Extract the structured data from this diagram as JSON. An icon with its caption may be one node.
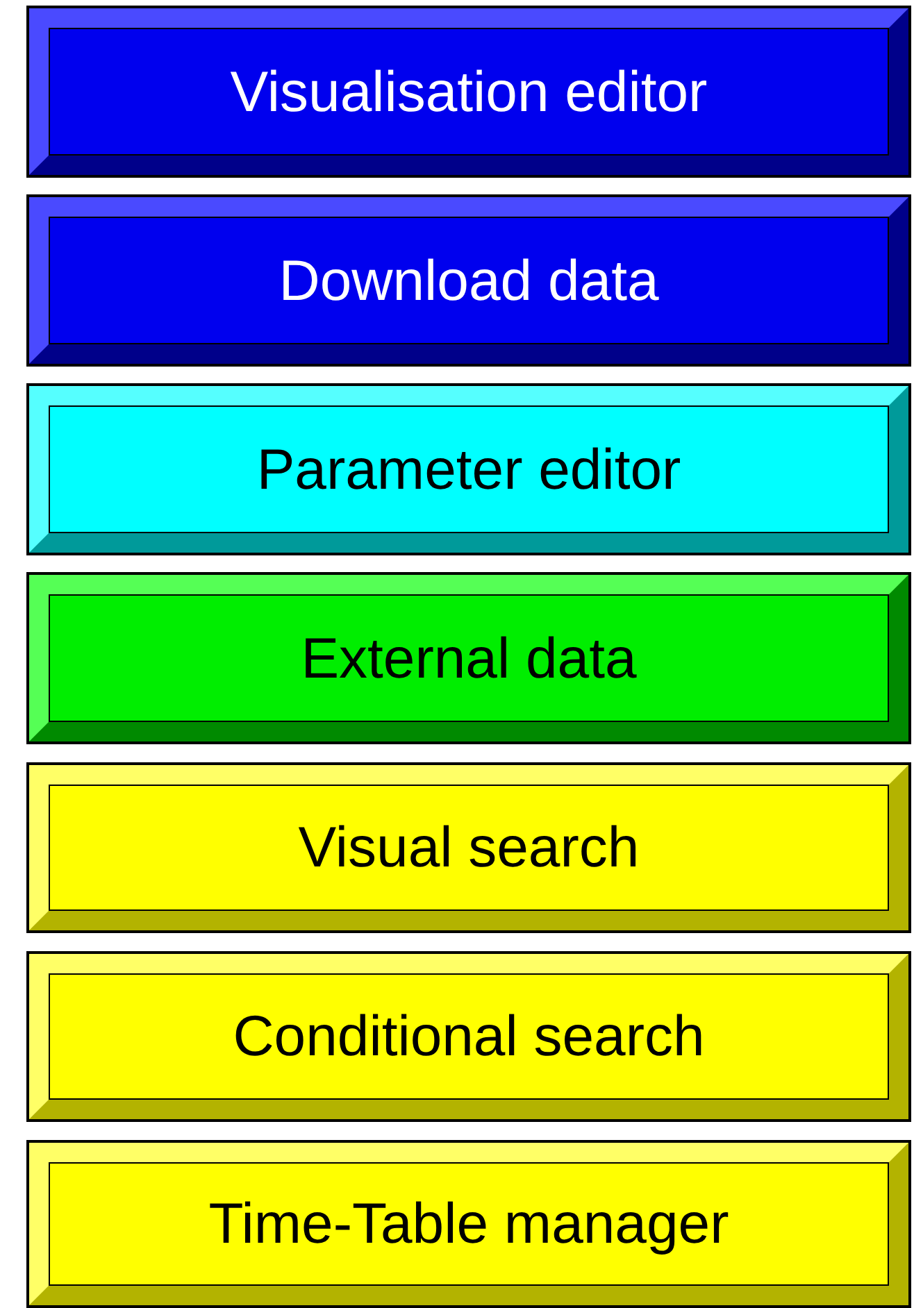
{
  "diagram": {
    "nodes": [
      {
        "text": [
          "Visualisation editor"
        ]
      },
      {
        "text": [
          "Download data"
        ]
      },
      {
        "text": [
          "Parameter editor"
        ]
      },
      {
        "text": [
          "External data"
        ]
      },
      {
        "text": [
          "Visual search"
        ]
      },
      {
        "text": [
          "Conditional search"
        ]
      },
      {
        "text": [
          "Time-Table manager"
        ]
      }
    ]
  }
}
